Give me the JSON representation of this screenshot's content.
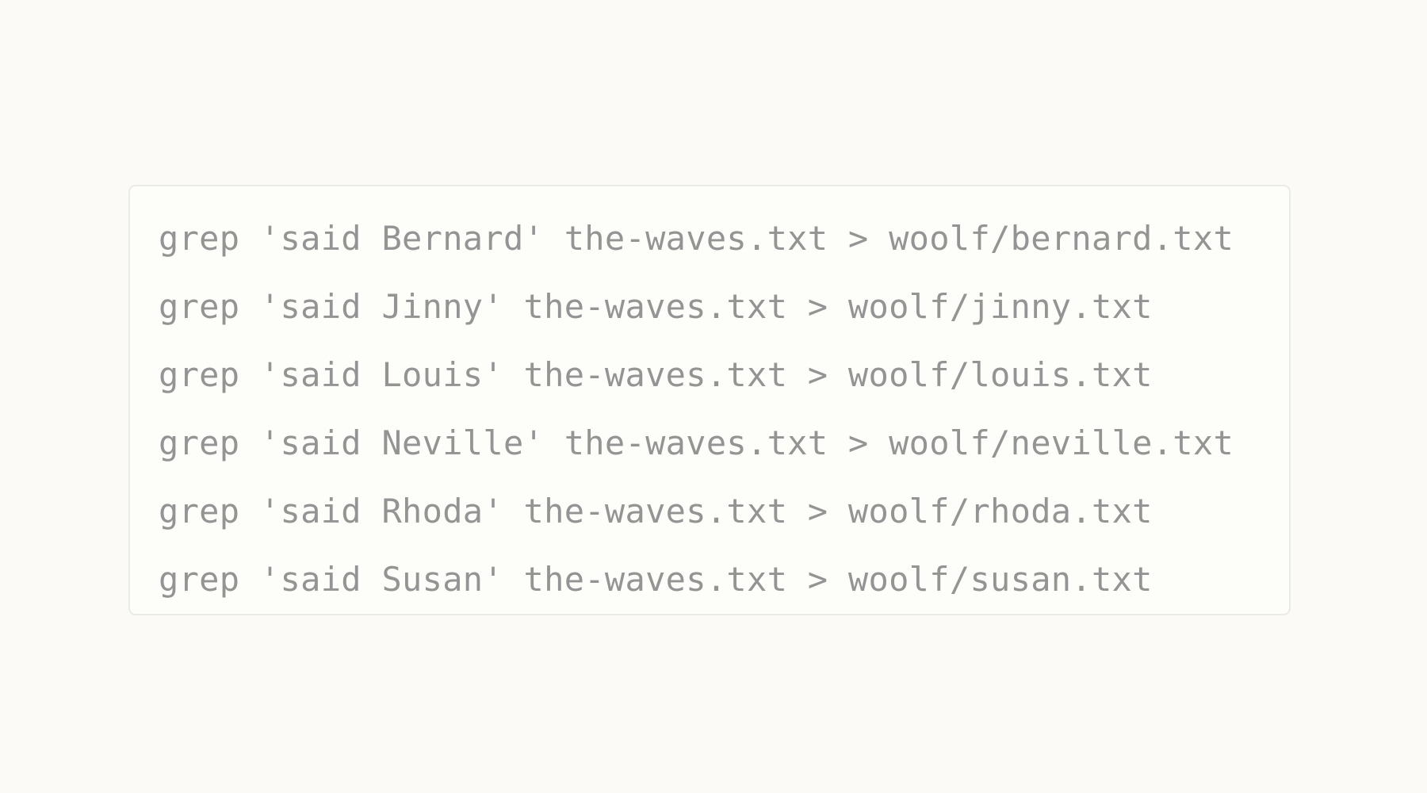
{
  "code_block": {
    "lines": [
      "grep 'said Bernard' the-waves.txt > woolf/bernard.txt",
      "grep 'said Jinny' the-waves.txt > woolf/jinny.txt",
      "grep 'said Louis' the-waves.txt > woolf/louis.txt",
      "grep 'said Neville' the-waves.txt > woolf/neville.txt",
      "grep 'said Rhoda' the-waves.txt > woolf/rhoda.txt",
      "grep 'said Susan' the-waves.txt > woolf/susan.txt"
    ]
  },
  "colors": {
    "background": "#fbfaf7",
    "block_background": "#fdfdfa",
    "block_border": "#ebeae6",
    "text": "#949494"
  }
}
